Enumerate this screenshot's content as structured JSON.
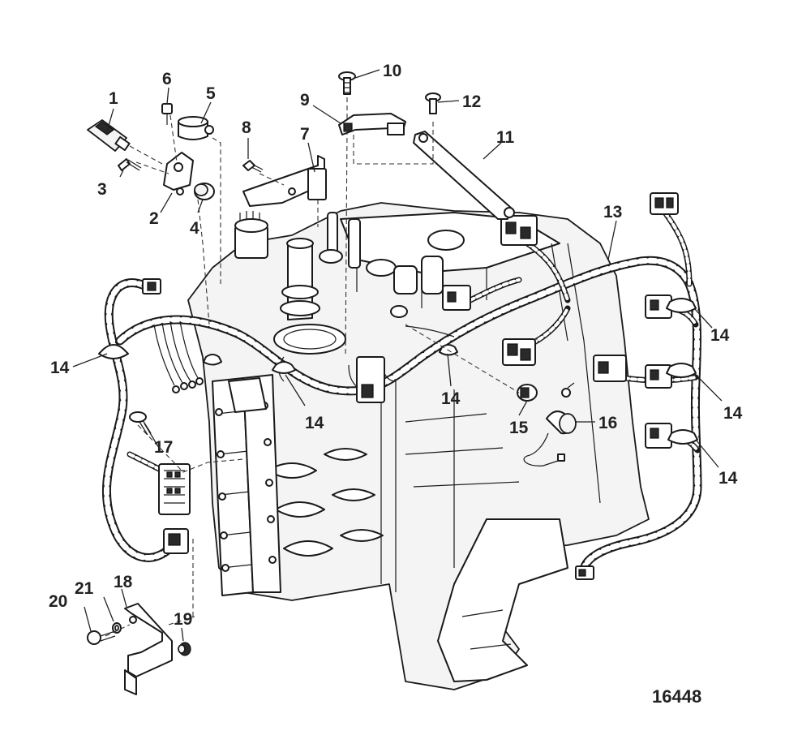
{
  "figure_number": "16448",
  "callouts": [
    {
      "id": "c1",
      "label": "1"
    },
    {
      "id": "c2",
      "label": "2"
    },
    {
      "id": "c3",
      "label": "3"
    },
    {
      "id": "c4",
      "label": "4"
    },
    {
      "id": "c5",
      "label": "5"
    },
    {
      "id": "c6",
      "label": "6"
    },
    {
      "id": "c7",
      "label": "7"
    },
    {
      "id": "c8",
      "label": "8"
    },
    {
      "id": "c9",
      "label": "9"
    },
    {
      "id": "c10",
      "label": "10"
    },
    {
      "id": "c11",
      "label": "11"
    },
    {
      "id": "c12",
      "label": "12"
    },
    {
      "id": "c13",
      "label": "13"
    },
    {
      "id": "c14a",
      "label": "14"
    },
    {
      "id": "c14b",
      "label": "14"
    },
    {
      "id": "c14c",
      "label": "14"
    },
    {
      "id": "c14d",
      "label": "14"
    },
    {
      "id": "c14e",
      "label": "14"
    },
    {
      "id": "c14f",
      "label": "14"
    },
    {
      "id": "c14g",
      "label": "14"
    },
    {
      "id": "c15",
      "label": "15"
    },
    {
      "id": "c16",
      "label": "16"
    },
    {
      "id": "c17",
      "label": "17"
    },
    {
      "id": "c18",
      "label": "18"
    },
    {
      "id": "c19",
      "label": "19"
    },
    {
      "id": "c20",
      "label": "20"
    },
    {
      "id": "c21",
      "label": "21"
    }
  ]
}
